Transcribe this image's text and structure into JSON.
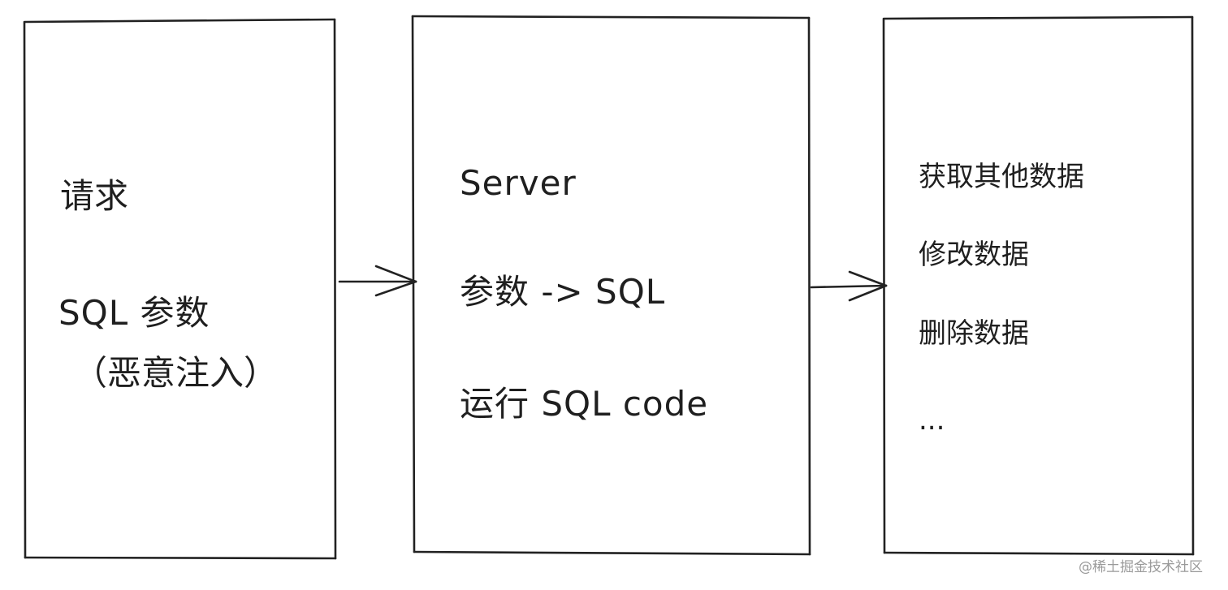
{
  "request_box": {
    "title": "请求",
    "line1": "SQL 参数",
    "line2": "（恶意注入）"
  },
  "server_box": {
    "title": "Server",
    "line1": "参数 -> SQL",
    "line2": "运行 SQL code"
  },
  "result_box": {
    "items": [
      "获取其他数据",
      "修改数据",
      "删除数据",
      "..."
    ]
  },
  "watermark": "@稀土掘金技术社区"
}
